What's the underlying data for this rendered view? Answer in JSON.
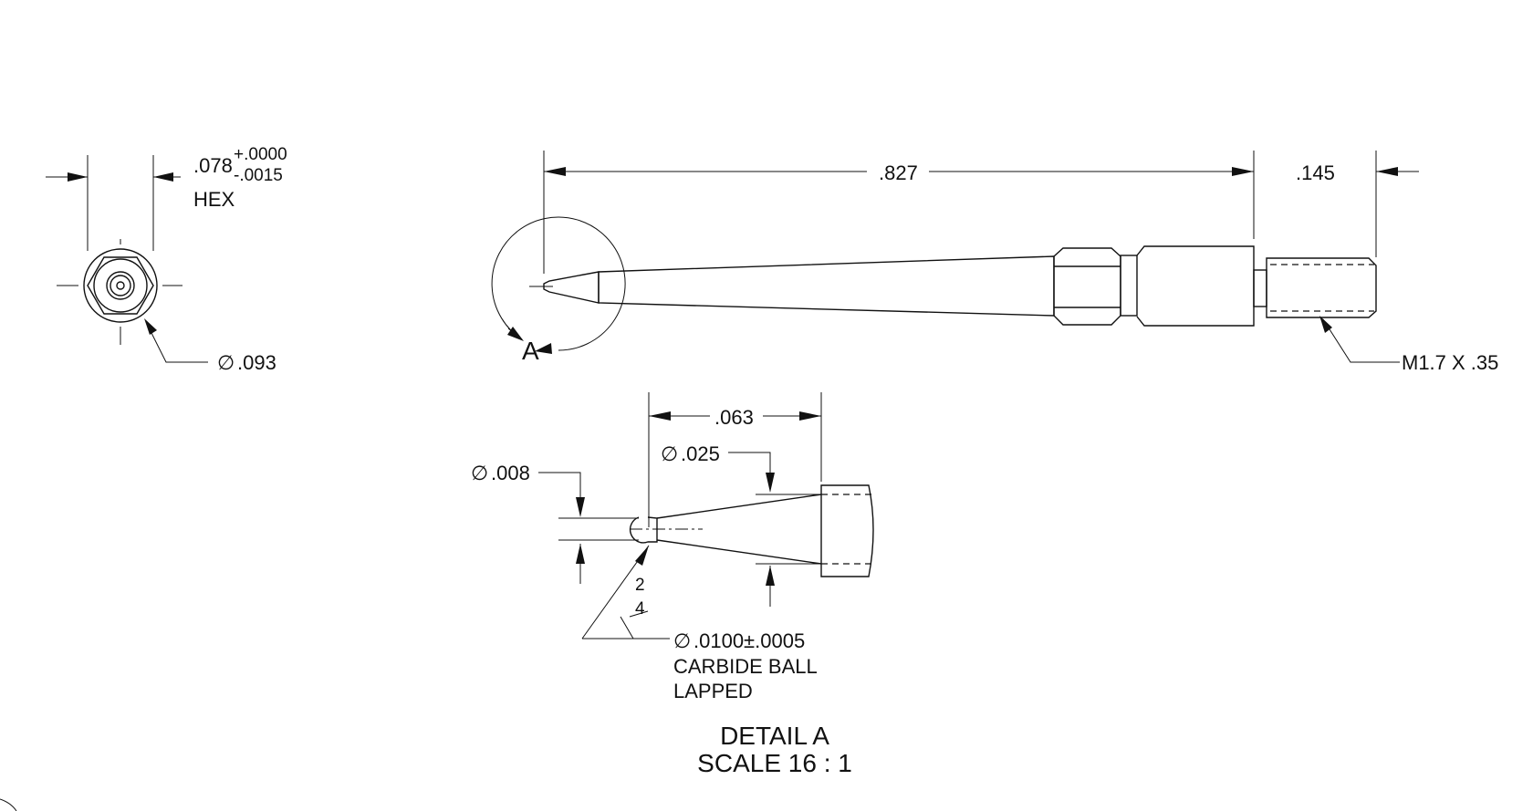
{
  "end_view": {
    "hex_dim": ".078",
    "tol_plus": "+.0000",
    "tol_minus": "-.0015",
    "hex_label": "HEX",
    "dia_symbol": "∅",
    "dia_value": ".093"
  },
  "side_view": {
    "length_dim": ".827",
    "thread_len_dim": ".145",
    "detail_callout": "A",
    "thread_callout": "M1.7 X .35"
  },
  "detail": {
    "len_dim": ".063",
    "dia_symbol": "∅",
    "tip_dia": ".025",
    "stem_dia": ".008",
    "tol_num": "2",
    "tol_den": "4",
    "ball_dia": ".0100±.0005",
    "ball_note_1": "CARBIDE BALL",
    "ball_note_2": "LAPPED",
    "title": "DETAIL A",
    "scale": "SCALE 16 : 1"
  }
}
